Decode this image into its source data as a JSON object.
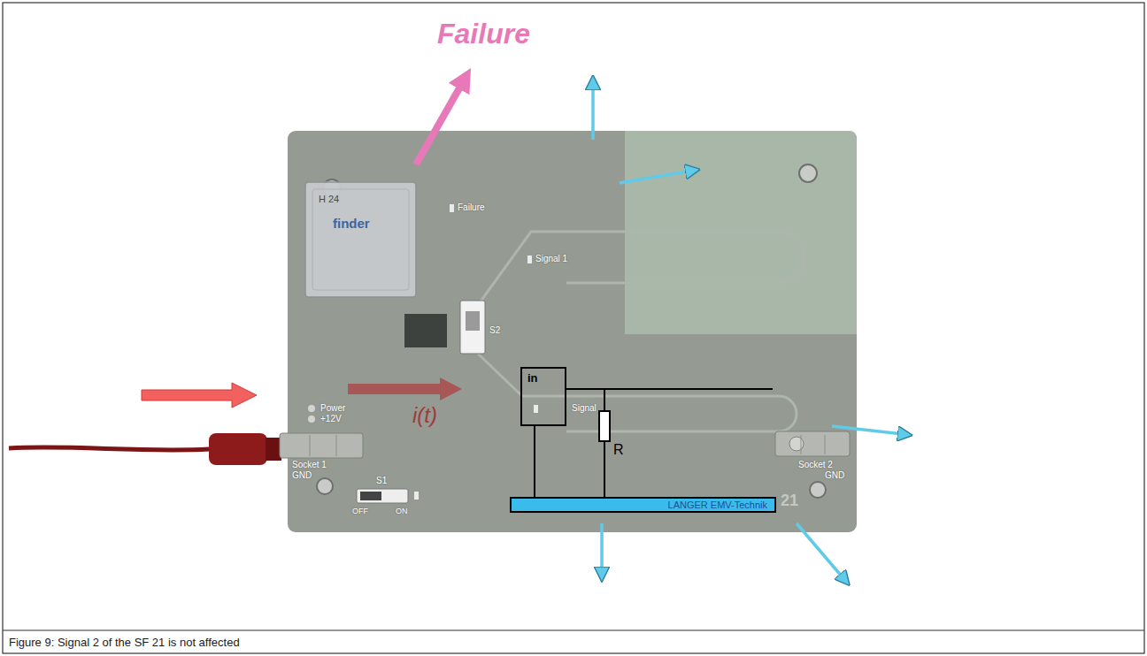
{
  "diagram": {
    "caption": "Figure 9: Signal 2 of the SF 21 is not affected",
    "nodes": [
      {
        "text": [
          "in"
        ]
      },
      {
        "text": [
          "LANGER EMV-Technik"
        ]
      }
    ],
    "edges": [
      {
        "from": 0,
        "to": 1,
        "arrow": "none"
      }
    ],
    "labels": [
      "Failure",
      "H 24",
      "finder",
      "Failure",
      "Signal 1",
      "S2",
      "Socket 1",
      "GND",
      "Power",
      "+12V",
      "i(t)",
      "Signal",
      "R",
      "Socket 2",
      "GND",
      "S1",
      "OFF",
      "ON",
      "21"
    ]
  }
}
